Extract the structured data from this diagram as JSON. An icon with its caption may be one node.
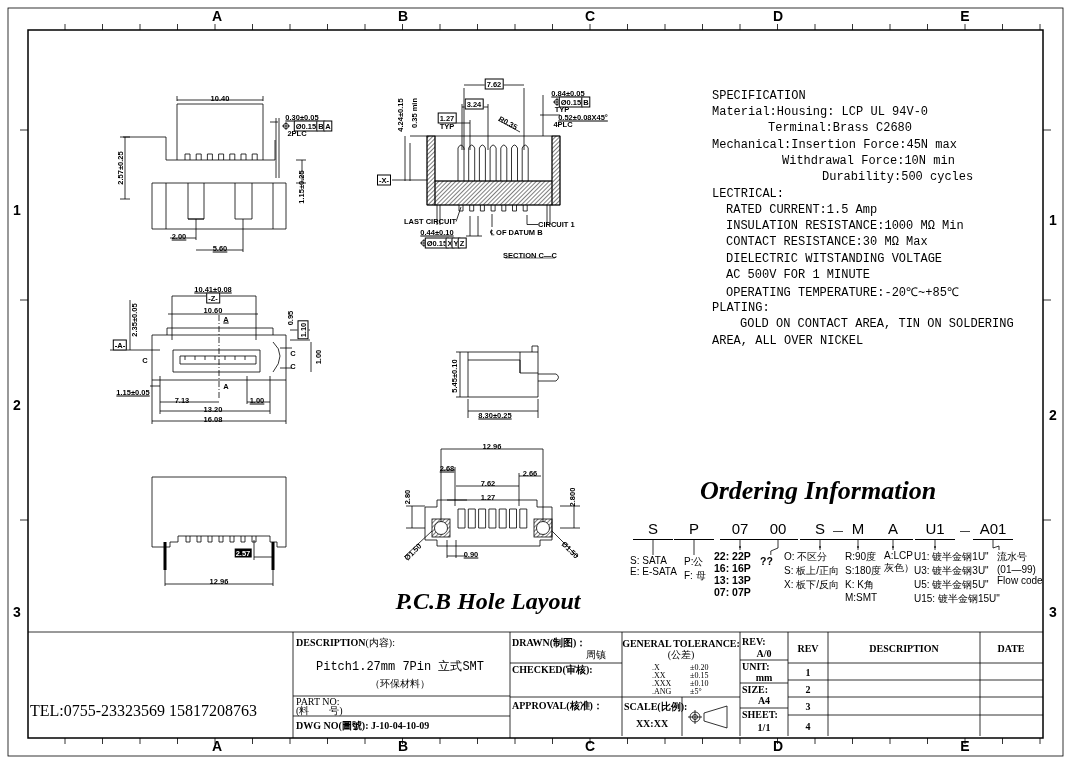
{
  "diagram": {
    "nodes": [
      {
        "text": [
          "LAST CIRCUIT"
        ]
      },
      {
        "text": [
          "℄ OF DATUM B"
        ]
      },
      {
        "text": [
          "CIRCUIT 1"
        ]
      },
      {
        "text": [
          "S"
        ]
      },
      {
        "text": [
          "P"
        ]
      },
      {
        "text": [
          "07"
        ]
      },
      {
        "text": [
          "00"
        ]
      },
      {
        "text": [
          "S"
        ]
      },
      {
        "text": [
          "M"
        ]
      },
      {
        "text": [
          "A"
        ]
      },
      {
        "text": [
          "U1"
        ]
      },
      {
        "text": [
          "A01"
        ]
      },
      {
        "text": [
          "S: SATA",
          "E: E-SATA"
        ]
      },
      {
        "text": [
          "P:公",
          "F: 母"
        ]
      },
      {
        "text": [
          "22: 22P",
          "16: 16P",
          "13: 13P",
          "07: 07P"
        ]
      },
      {
        "text": [
          "??"
        ]
      },
      {
        "text": [
          "O: 不区分",
          "S: 板上/正向",
          "X: 板下/反向"
        ]
      },
      {
        "text": [
          "R:90度",
          "S:180度",
          "K: K角",
          "M:SMT"
        ]
      },
      {
        "text": [
          "A:LCP",
          "灰色）"
        ]
      },
      {
        "text": [
          "U1: 镀半金钢1U\"",
          "U3: 镀半金钢3U\"",
          "U5: 镀半金钢5U\"",
          "U15: 镀半金钢15U\""
        ]
      },
      {
        "text": [
          "流水号",
          "(01—99)",
          "Flow code"
        ]
      }
    ],
    "edges": [
      {
        "from": 0,
        "to": null,
        "arrow": "none"
      },
      {
        "from": 1,
        "to": null,
        "arrow": "none"
      },
      {
        "from": 2,
        "to": null,
        "arrow": "none"
      },
      {
        "from": 3,
        "to": 12,
        "arrow": "none"
      },
      {
        "from": 4,
        "to": 13,
        "arrow": "none"
      },
      {
        "from": 5,
        "to": 14,
        "arrow": "none"
      },
      {
        "from": 6,
        "to": 15,
        "arrow": "none"
      },
      {
        "from": 7,
        "to": 16,
        "arrow": "none"
      },
      {
        "from": 8,
        "to": 17,
        "arrow": "none"
      },
      {
        "from": 9,
        "to": 18,
        "arrow": "none"
      },
      {
        "from": 10,
        "to": 19,
        "arrow": "none"
      },
      {
        "from": 11,
        "to": 20,
        "arrow": "none"
      }
    ],
    "labels": [
      "A",
      "B",
      "C",
      "D",
      "E",
      "1",
      "1",
      "2",
      "2",
      "3",
      "3",
      "10.40",
      "0.30±0.05",
      "Ø0.15",
      "B",
      "A",
      "2PLC",
      "2.57±0.25",
      "1.15±0.25",
      "2.00",
      "5.60",
      "7.62",
      "0.84±0.05",
      "Ø0.15",
      "B",
      "TYP",
      "3.24",
      "4.24±0.15",
      "0.35 min",
      "1.27",
      "TYP",
      "R0.35",
      "0.52±0.08X45°",
      "4PLC",
      "-X-",
      "0.44±0.10",
      "Ø0.15",
      "X",
      "Y",
      "Z",
      "SECTION C—C",
      "10.41±0.08",
      "-Z-",
      "10.60",
      "A",
      "0.95",
      "1.10",
      "2.35±0.05",
      "-A-",
      "C",
      "C",
      "C",
      "1.00",
      "1.15±0.05",
      "A",
      "7.13",
      "1.00",
      "13.20",
      "16.08",
      "5.45±0.10",
      "8.30±0.25",
      "12.96",
      "2.68",
      "2.66",
      "7.62",
      "1.27",
      "2.80",
      "2.800",
      "2.57",
      "Ø1.50",
      "Ø1.50",
      "0.90",
      "12.96",
      "P.C.B Hole Layout",
      "SPECIFICATION",
      "Material:Housing:  LCP UL 94V-0",
      "Terminal:Brass C2680",
      "Mechanical:Insertion Force:45N max",
      "Withdrawal Force:10N min",
      "Durability:500 cycles",
      "LECTRICAL:",
      "RATED CURRENT:1.5 Amp",
      "INSULATION RESISTANCE:1000 MΩ  Min",
      "CONTACT RESISTANCE:30 MΩ  Max",
      "DIELECTRIC WITSTANDING VOLTAGE",
      "AC 500V FOR 1 MINUTE",
      "OPERATING TEMPERATURE:-20℃~+85℃",
      "PLATING:",
      "GOLD ON CONTACT AREA, TIN ON SOLDERING",
      "AREA, ALL OVER NICKEL",
      "Ordering Information",
      "—",
      "—",
      "TEL:0755-23323569 15817208763",
      "**DESCRIPTION**(内容):",
      "Pitch1.27mm  7Pin 立式SMT",
      "（环保材料）",
      "PART NO:",
      "(料　　号)",
      "DWG NO(圖號): J-10-04-10-09",
      "DRAWN(制图)：",
      "周镇",
      "CHECKED(审核):",
      "APPROVAL(核准)：",
      "GENERAL TOLERANCE:",
      "(公差)",
      ".X",
      "±0.20",
      ".XX",
      "±0.15",
      ".XXX",
      "±0.10",
      ".ANG",
      "±5°",
      "SCALE(比例):",
      "XX:XX",
      "REV:",
      "A/0",
      "UNIT:",
      "mm",
      "SIZE:",
      "A4",
      "SHEET:",
      "1/1",
      "REV",
      "DESCRIPTION",
      "DATE",
      "1",
      "2",
      "3",
      "4",
      "A",
      "B",
      "C",
      "D",
      "E"
    ]
  }
}
